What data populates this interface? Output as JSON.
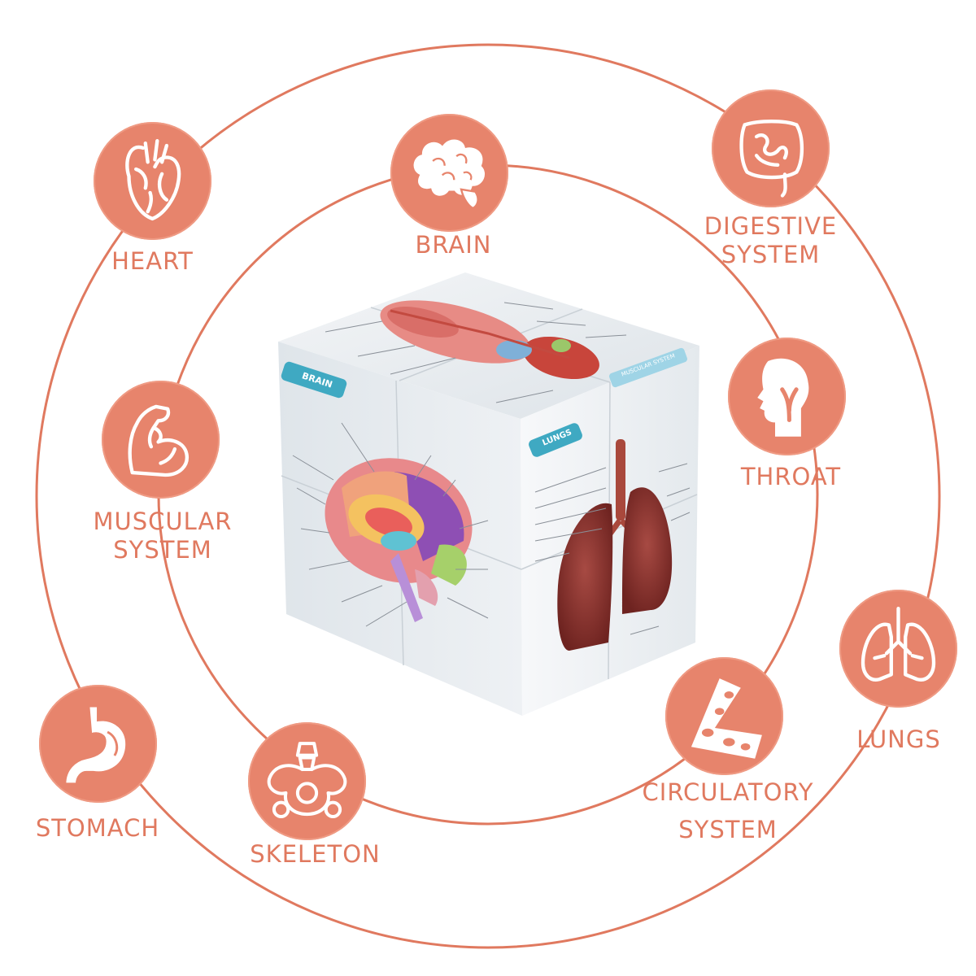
{
  "accent_color": "#e7846c",
  "ring_color": "#e0795f",
  "labels": {
    "heart": "HEART",
    "brain": "BRAIN",
    "digestive_1": "DIGESTIVE",
    "digestive_2": "SYSTEM",
    "throat": "THROAT",
    "muscular_1": "MUSCULAR",
    "muscular_2": "SYSTEM",
    "lungs": "LUNGS",
    "circulatory_1": "CIRCULATORY",
    "circulatory_2": "SYSTEM",
    "stomach": "STOMACH",
    "skeleton": "SKELETON"
  },
  "cube": {
    "left_tag": "BRAIN",
    "right_tag": "LUNGS",
    "top_tag": "MUSCULAR SYSTEM"
  },
  "icons": [
    "heart-icon",
    "brain-icon",
    "intestine-icon",
    "throat-icon",
    "muscle-arm-icon",
    "lungs-icon",
    "blood-cells-icon",
    "stomach-icon",
    "pelvis-icon"
  ]
}
